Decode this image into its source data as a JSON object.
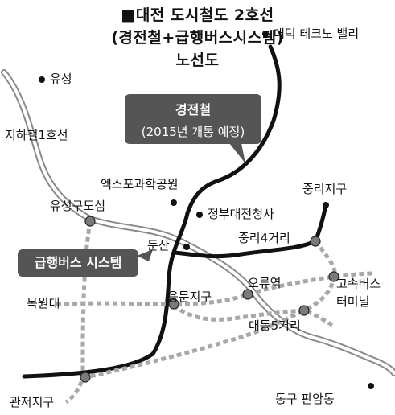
{
  "title": {
    "line1": "■대전 도시철도 2호선",
    "line2": "(경전철+급행버스시스템)",
    "line3": "노선도"
  },
  "callouts": {
    "light_rail": {
      "name": "경전철",
      "note": "(2015년 개통 예정)"
    },
    "brt": {
      "name": "급행버스 시스템"
    }
  },
  "labels": {
    "daedeok": "대덕 테크노 밸리",
    "yuseong": "유성",
    "subway_line1": "지하철1호선",
    "expo_park": "엑스포과학공원",
    "jungni_district": "중리지구",
    "govt_complex": "정부대전청사",
    "yuseong_downtown": "유성구도심",
    "dunsan": "둔산",
    "jungni_4": "중리4거리",
    "express_terminal_1": "고속버스",
    "express_terminal_2": "터미널",
    "mokwondae": "목원대",
    "yongmun": "용문지구",
    "oryu": "오류역",
    "daedong_5": "대동5거리",
    "gwanjeo": "관저지구",
    "dong_gu_panam": "동구 판암동"
  },
  "colors": {
    "light_rail": "#111111",
    "brt": "#a8a8a8",
    "subway": "#8a8a8a",
    "callout_bg": "#555555",
    "callout_text": "#ffffff"
  }
}
